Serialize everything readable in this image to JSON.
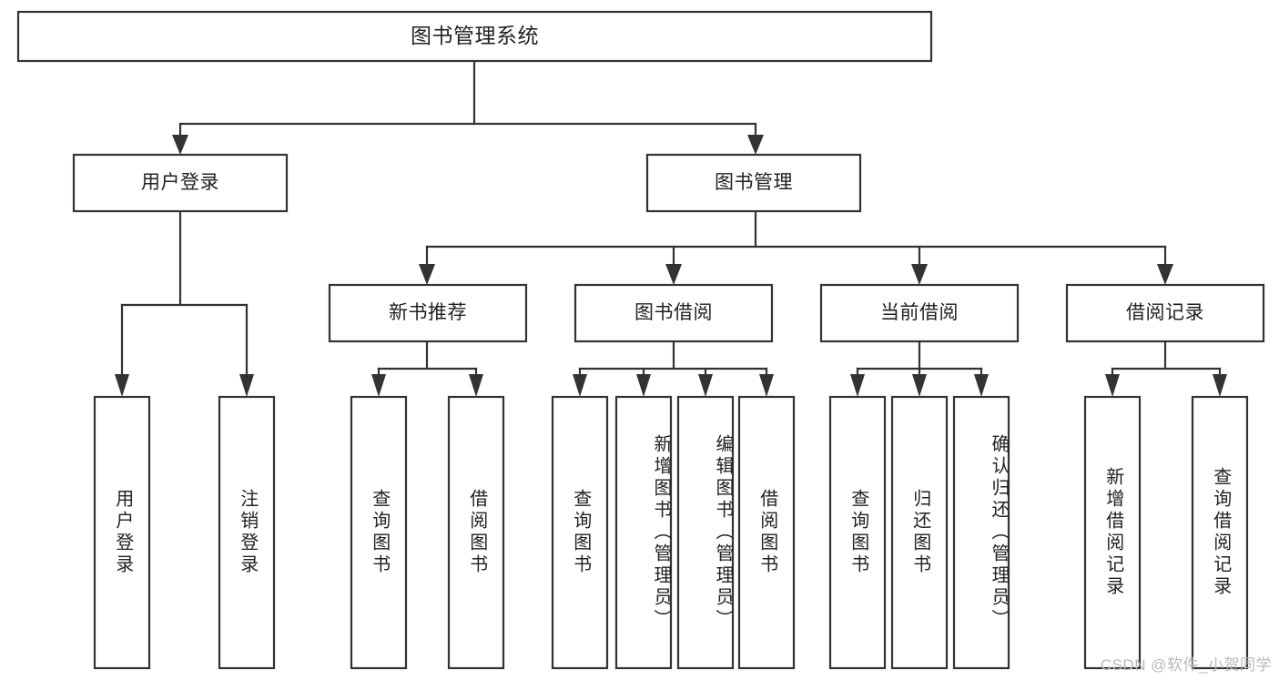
{
  "diagram": {
    "type": "tree-hierarchy",
    "title": "图书管理系统",
    "watermark": "CSDN @软件_小贺同学",
    "colors": {
      "stroke": "#333333",
      "box_fill": "#ffffff",
      "text": "#222222",
      "background": "#ffffff",
      "watermark": "#b9b9b9"
    },
    "nodes": {
      "root": {
        "label": "图书管理系统",
        "level": 1,
        "orientation": "horizontal"
      },
      "l2": [
        {
          "id": "user-login",
          "label": "用户登录",
          "orientation": "horizontal"
        },
        {
          "id": "book-manage",
          "label": "图书管理",
          "orientation": "horizontal"
        }
      ],
      "l3": [
        {
          "id": "new-book-recommend",
          "label": "新书推荐",
          "orientation": "horizontal"
        },
        {
          "id": "book-borrow",
          "label": "图书借阅",
          "orientation": "horizontal"
        },
        {
          "id": "current-borrow",
          "label": "当前借阅",
          "orientation": "horizontal"
        },
        {
          "id": "borrow-record",
          "label": "借阅记录",
          "orientation": "horizontal"
        }
      ],
      "leaves": {
        "user-login": [
          {
            "id": "leaf-user-login",
            "label": "用户登录",
            "orientation": "vertical"
          },
          {
            "id": "leaf-logout-login",
            "label": "注销登录",
            "orientation": "vertical"
          }
        ],
        "new-book-recommend": [
          {
            "id": "leaf-query-book-1",
            "label": "查询图书",
            "orientation": "vertical"
          },
          {
            "id": "leaf-borrow-book-1",
            "label": "借阅图书",
            "orientation": "vertical"
          }
        ],
        "book-borrow": [
          {
            "id": "leaf-query-book-2",
            "label": "查询图书",
            "orientation": "vertical"
          },
          {
            "id": "leaf-add-book",
            "label": "新增图书（管理员）",
            "orientation": "vertical"
          },
          {
            "id": "leaf-edit-book",
            "label": "编辑图书（管理员）",
            "orientation": "vertical"
          },
          {
            "id": "leaf-borrow-book-2",
            "label": "借阅图书",
            "orientation": "vertical"
          }
        ],
        "current-borrow": [
          {
            "id": "leaf-query-book-3",
            "label": "查询图书",
            "orientation": "vertical"
          },
          {
            "id": "leaf-return-book",
            "label": "归还图书",
            "orientation": "vertical"
          },
          {
            "id": "leaf-confirm-return",
            "label": "确认归还（管理员）",
            "orientation": "vertical"
          }
        ],
        "borrow-record": [
          {
            "id": "leaf-add-record",
            "label": "新增借阅记录",
            "orientation": "vertical"
          },
          {
            "id": "leaf-query-record",
            "label": "查询借阅记录",
            "orientation": "vertical"
          }
        ]
      }
    }
  }
}
